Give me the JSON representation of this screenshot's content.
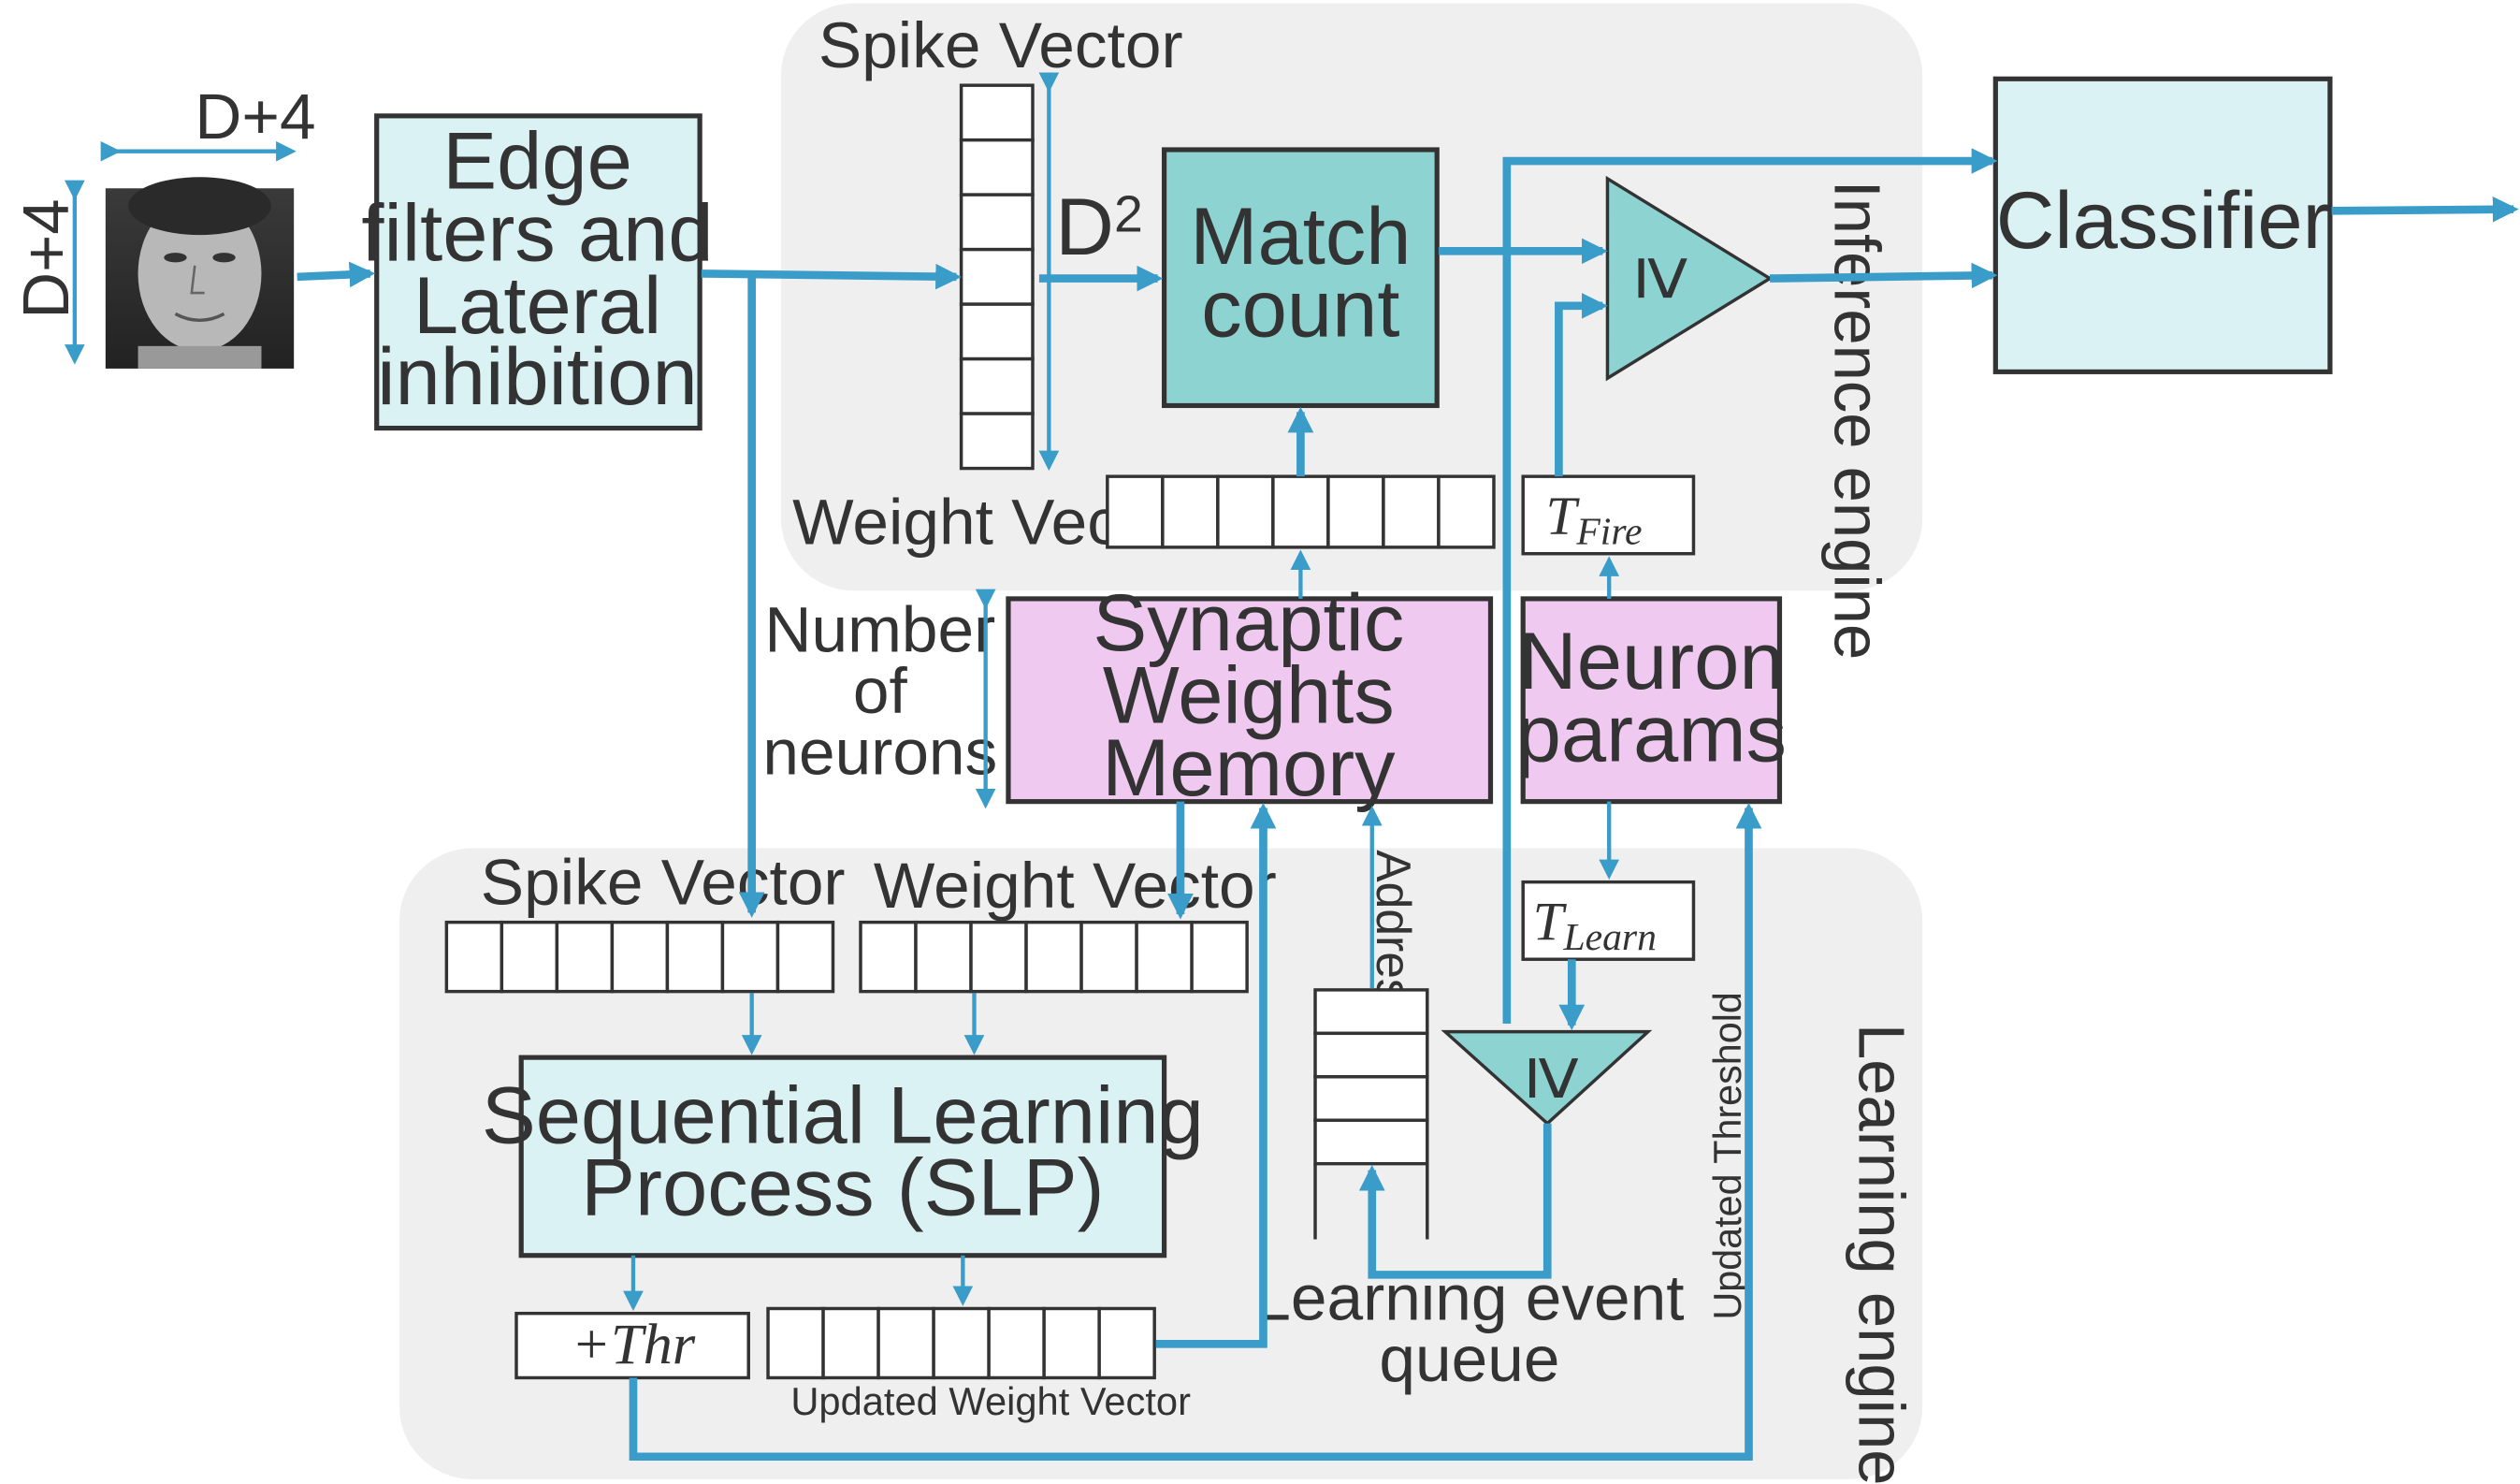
{
  "colors": {
    "region_bg": "#efefef",
    "cyan_light": "#daf2f4",
    "cyan_dark": "#8dd3d2",
    "pink": "#efc9ef",
    "arrow": "#3a9cc8",
    "text": "#333333"
  },
  "input": {
    "width_label": "D+4",
    "height_label": "D+4",
    "image_icon": "face-photo"
  },
  "edge_filters": {
    "line1": "Edge",
    "line2": "filters and",
    "line3": "Lateral",
    "line4": "inhibition"
  },
  "inference": {
    "region_label": "Inference engine",
    "spike_vector_label": "Spike Vector",
    "d2_label": "D",
    "d2_sup": "2",
    "match_count_line1": "Match",
    "match_count_line2": "count",
    "weight_vector_label": "Weight Vector",
    "comparator_symbol": "≥",
    "t_fire_main": "T",
    "t_fire_sub": "Fire"
  },
  "classifier": {
    "label": "Classifier"
  },
  "memory": {
    "number_of_neurons_line1": "Number",
    "number_of_neurons_line2": "of",
    "number_of_neurons_line3": "neurons",
    "synaptic_line1": "Synaptic",
    "synaptic_line2": "Weights",
    "synaptic_line3": "Memory",
    "neuron_params_line1": "Neuron",
    "neuron_params_line2": "params"
  },
  "learning": {
    "region_label": "Learning engine",
    "spike_vector_label": "Spike Vector",
    "weight_vector_label": "Weight Vector",
    "address_label": "Address",
    "t_learn_main": "T",
    "t_learn_sub": "Learn",
    "comparator_symbol": "≥",
    "slp_line1": "Sequential Learning",
    "slp_line2": "Process (SLP)",
    "thr_label": "+Thr",
    "updated_weight_vector_label": "Updated Weight Vector",
    "queue_line1": "Learning event",
    "queue_line2": "queue",
    "updated_threshold_label": "Updated Threshold"
  }
}
